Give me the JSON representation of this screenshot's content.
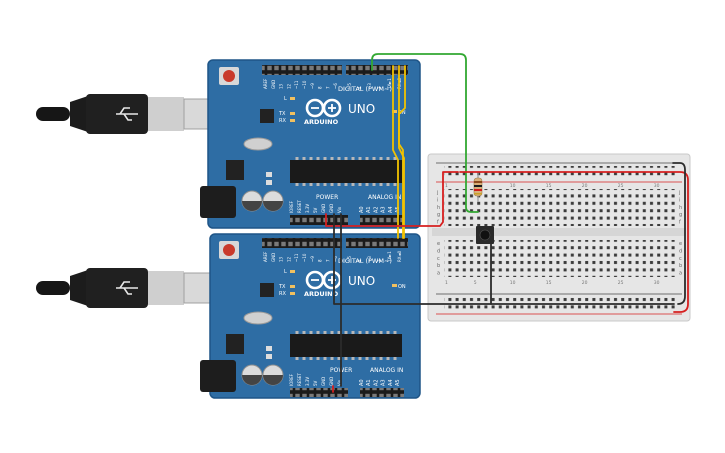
{
  "colors": {
    "board": "#2e6da4",
    "board_edge": "#1f5587",
    "header": "#1b1b1b",
    "chip": "#1a1a1a",
    "wire_yellow": "#f2c200",
    "wire_green": "#32a832",
    "wire_red": "#d61f1f",
    "wire_black": "#2b2b2b",
    "breadboard": "#e6e6e6",
    "reset": "#c93a2b"
  },
  "boards": [
    {
      "brand": "ARDUINO",
      "model": "UNO",
      "digital_label": "DIGITAL (PWM~)",
      "power_label": "POWER",
      "analog_label": "ANALOG IN",
      "led_labels": [
        "L",
        "TX",
        "RX"
      ],
      "on_label": "ON",
      "top_pins": [
        "AREF",
        "GND",
        "13",
        "12",
        "~11",
        "~10",
        "~9",
        "8",
        "7",
        "~6",
        "~5",
        "4",
        "~3",
        "2",
        "TX►1",
        "RX◄0"
      ],
      "power_pins": [
        "IOREF",
        "RESET",
        "3.3V",
        "5V",
        "GND",
        "GND",
        "Vin"
      ],
      "analog_pins": [
        "A0",
        "A1",
        "A2",
        "A3",
        "A4",
        "A5"
      ]
    },
    {
      "brand": "ARDUINO",
      "model": "UNO",
      "digital_label": "DIGITAL (PWM~)",
      "power_label": "POWER",
      "analog_label": "ANALOG IN",
      "led_labels": [
        "L",
        "TX",
        "RX"
      ],
      "on_label": "ON",
      "top_pins": [
        "AREF",
        "GND",
        "13",
        "12",
        "~11",
        "~10",
        "~9",
        "8",
        "7",
        "~6",
        "~5",
        "4",
        "~3",
        "2",
        "TX►1",
        "RX◄0"
      ],
      "power_pins": [
        "IOREF",
        "RESET",
        "3.3V",
        "5V",
        "GND",
        "GND",
        "Vin"
      ],
      "analog_pins": [
        "A0",
        "A1",
        "A2",
        "A3",
        "A4",
        "A5"
      ]
    }
  ],
  "breadboard": {
    "row_letters_top": [
      "j",
      "i",
      "h",
      "g",
      "f"
    ],
    "row_letters_bottom": [
      "e",
      "d",
      "c",
      "b",
      "a"
    ],
    "column_numbers": [
      "1",
      "5",
      "10",
      "15",
      "20",
      "25",
      "30"
    ]
  }
}
